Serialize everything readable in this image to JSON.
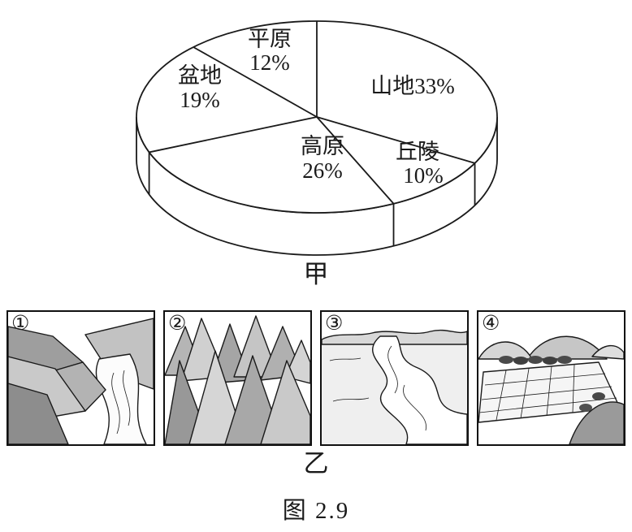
{
  "chart_data": {
    "type": "pie",
    "style": "3d-line-art",
    "title": "",
    "unit": "%",
    "direction": "clockwise",
    "start_angle_deg": 0,
    "legend_position": "none",
    "slices": [
      {
        "label": "山地",
        "value": 33,
        "label_lines": [
          "山地33%"
        ]
      },
      {
        "label": "丘陵",
        "value": 10,
        "label_lines": [
          "丘陵",
          "10%"
        ]
      },
      {
        "label": "高原",
        "value": 26,
        "label_lines": [
          "高原",
          "26%"
        ]
      },
      {
        "label": "盆地",
        "value": 19,
        "label_lines": [
          "盆地",
          "19%"
        ]
      },
      {
        "label": "平原",
        "value": 12,
        "label_lines": [
          "平原",
          "12%"
        ]
      }
    ]
  },
  "labels": {
    "pie_group_label": "甲",
    "panels_group_label": "乙",
    "figure_caption": "图 2.9"
  },
  "panels": [
    {
      "number": "①",
      "scene": "mountain-valley-with-river"
    },
    {
      "number": "②",
      "scene": "jagged-mountain-peaks"
    },
    {
      "number": "③",
      "scene": "plain-with-winding-river"
    },
    {
      "number": "④",
      "scene": "terraced-farmland-with-hills"
    }
  ]
}
